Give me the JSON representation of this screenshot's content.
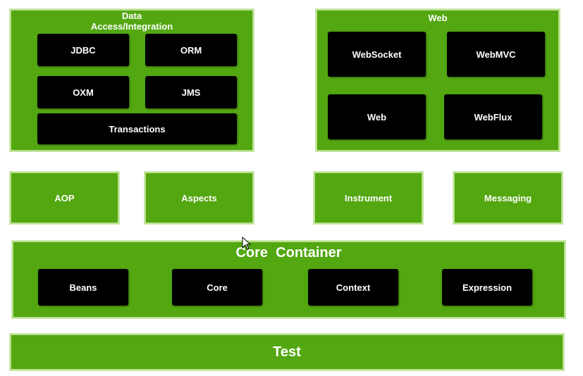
{
  "data_access": {
    "title_line1": "Data",
    "title_line2": "Access/Integration",
    "items": [
      "JDBC",
      "ORM",
      "OXM",
      "JMS",
      "Transactions"
    ]
  },
  "web": {
    "title": "Web",
    "items": [
      "WebSocket",
      "WebMVC",
      "Web",
      "WebFlux"
    ]
  },
  "middle": [
    "AOP",
    "Aspects",
    "Instrument",
    "Messaging"
  ],
  "core_container": {
    "title": "Core  Container",
    "items": [
      "Beans",
      "Core",
      "Context",
      "Expression"
    ]
  },
  "test": {
    "label": "Test"
  },
  "colors": {
    "module_green": "#53a711",
    "border_green": "#b9e08f",
    "inner_black": "#000000",
    "text": "#ffffff"
  }
}
